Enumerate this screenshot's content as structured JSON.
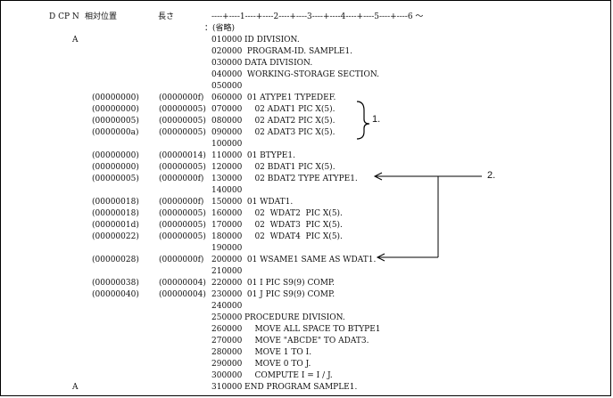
{
  "header": {
    "col_dcpn": "D CP N",
    "col_position": "相対位置",
    "col_length": "長さ",
    "ruler": "----+----1----+----2----+----3----+----4----+----5----+----6 ～",
    "omitted": "：(省略)"
  },
  "rows": [
    {
      "flag": "A",
      "pos": "",
      "len": "",
      "seq": "010000",
      "code": "ID DIVISION."
    },
    {
      "flag": "",
      "pos": "",
      "len": "",
      "seq": "020000",
      "code": " PROGRAM-ID. SAMPLE1."
    },
    {
      "flag": "",
      "pos": "",
      "len": "",
      "seq": "030000",
      "code": "DATA DIVISION."
    },
    {
      "flag": "",
      "pos": "",
      "len": "",
      "seq": "040000",
      "code": " WORKING-STORAGE SECTION."
    },
    {
      "flag": "",
      "pos": "",
      "len": "",
      "seq": "050000",
      "code": ""
    },
    {
      "flag": "",
      "pos": "(00000000)",
      "len": "(0000000f)",
      "seq": "060000",
      "code": " 01 ATYPE1 TYPEDEF."
    },
    {
      "flag": "",
      "pos": "(00000000)",
      "len": "(00000005)",
      "seq": "070000",
      "code": "    02 ADAT1 PIC X(5)."
    },
    {
      "flag": "",
      "pos": "(00000005)",
      "len": "(00000005)",
      "seq": "080000",
      "code": "    02 ADAT2 PIC X(5)."
    },
    {
      "flag": "",
      "pos": "(0000000a)",
      "len": "(00000005)",
      "seq": "090000",
      "code": "    02 ADAT3 PIC X(5)."
    },
    {
      "flag": "",
      "pos": "",
      "len": "",
      "seq": "100000",
      "code": ""
    },
    {
      "flag": "",
      "pos": "(00000000)",
      "len": "(00000014)",
      "seq": "110000",
      "code": " 01 BTYPE1."
    },
    {
      "flag": "",
      "pos": "(00000000)",
      "len": "(00000005)",
      "seq": "120000",
      "code": "    02 BDAT1 PIC X(5)."
    },
    {
      "flag": "",
      "pos": "(00000005)",
      "len": "(0000000f)",
      "seq": "130000",
      "code": "    02 BDAT2 TYPE ATYPE1."
    },
    {
      "flag": "",
      "pos": "",
      "len": "",
      "seq": "140000",
      "code": ""
    },
    {
      "flag": "",
      "pos": "(00000018)",
      "len": "(0000000f)",
      "seq": "150000",
      "code": " 01 WDAT1."
    },
    {
      "flag": "",
      "pos": "(00000018)",
      "len": "(00000005)",
      "seq": "160000",
      "code": "    02  WDAT2  PIC X(5)."
    },
    {
      "flag": "",
      "pos": "(0000001d)",
      "len": "(00000005)",
      "seq": "170000",
      "code": "    02  WDAT3  PIC X(5)."
    },
    {
      "flag": "",
      "pos": "(00000022)",
      "len": "(00000005)",
      "seq": "180000",
      "code": "    02  WDAT4  PIC X(5)."
    },
    {
      "flag": "",
      "pos": "",
      "len": "",
      "seq": "190000",
      "code": ""
    },
    {
      "flag": "",
      "pos": "(00000028)",
      "len": "(0000000f)",
      "seq": "200000",
      "code": " 01 WSAME1 SAME AS WDAT1."
    },
    {
      "flag": "",
      "pos": "",
      "len": "",
      "seq": "210000",
      "code": ""
    },
    {
      "flag": "",
      "pos": "(00000038)",
      "len": "(00000004)",
      "seq": "220000",
      "code": " 01 I PIC S9(9) COMP."
    },
    {
      "flag": "",
      "pos": "(00000040)",
      "len": "(00000004)",
      "seq": "230000",
      "code": " 01 J PIC S9(9) COMP."
    },
    {
      "flag": "",
      "pos": "",
      "len": "",
      "seq": "240000",
      "code": ""
    },
    {
      "flag": "",
      "pos": "",
      "len": "",
      "seq": "250000",
      "code": "PROCEDURE DIVISION."
    },
    {
      "flag": "",
      "pos": "",
      "len": "",
      "seq": "260000",
      "code": "    MOVE ALL SPACE TO BTYPE1"
    },
    {
      "flag": "",
      "pos": "",
      "len": "",
      "seq": "270000",
      "code": "    MOVE \"ABCDE\" TO ADAT3."
    },
    {
      "flag": "",
      "pos": "",
      "len": "",
      "seq": "280000",
      "code": "    MOVE 1 TO I."
    },
    {
      "flag": "",
      "pos": "",
      "len": "",
      "seq": "290000",
      "code": "    MOVE 0 TO J."
    },
    {
      "flag": "",
      "pos": "",
      "len": "",
      "seq": "300000",
      "code": "    COMPUTE I = I / J."
    },
    {
      "flag": "A",
      "pos": "",
      "len": "",
      "seq": "310000",
      "code": "END PROGRAM SAMPLE1."
    }
  ],
  "annotations": {
    "label_1": "1.",
    "label_2": "2."
  }
}
